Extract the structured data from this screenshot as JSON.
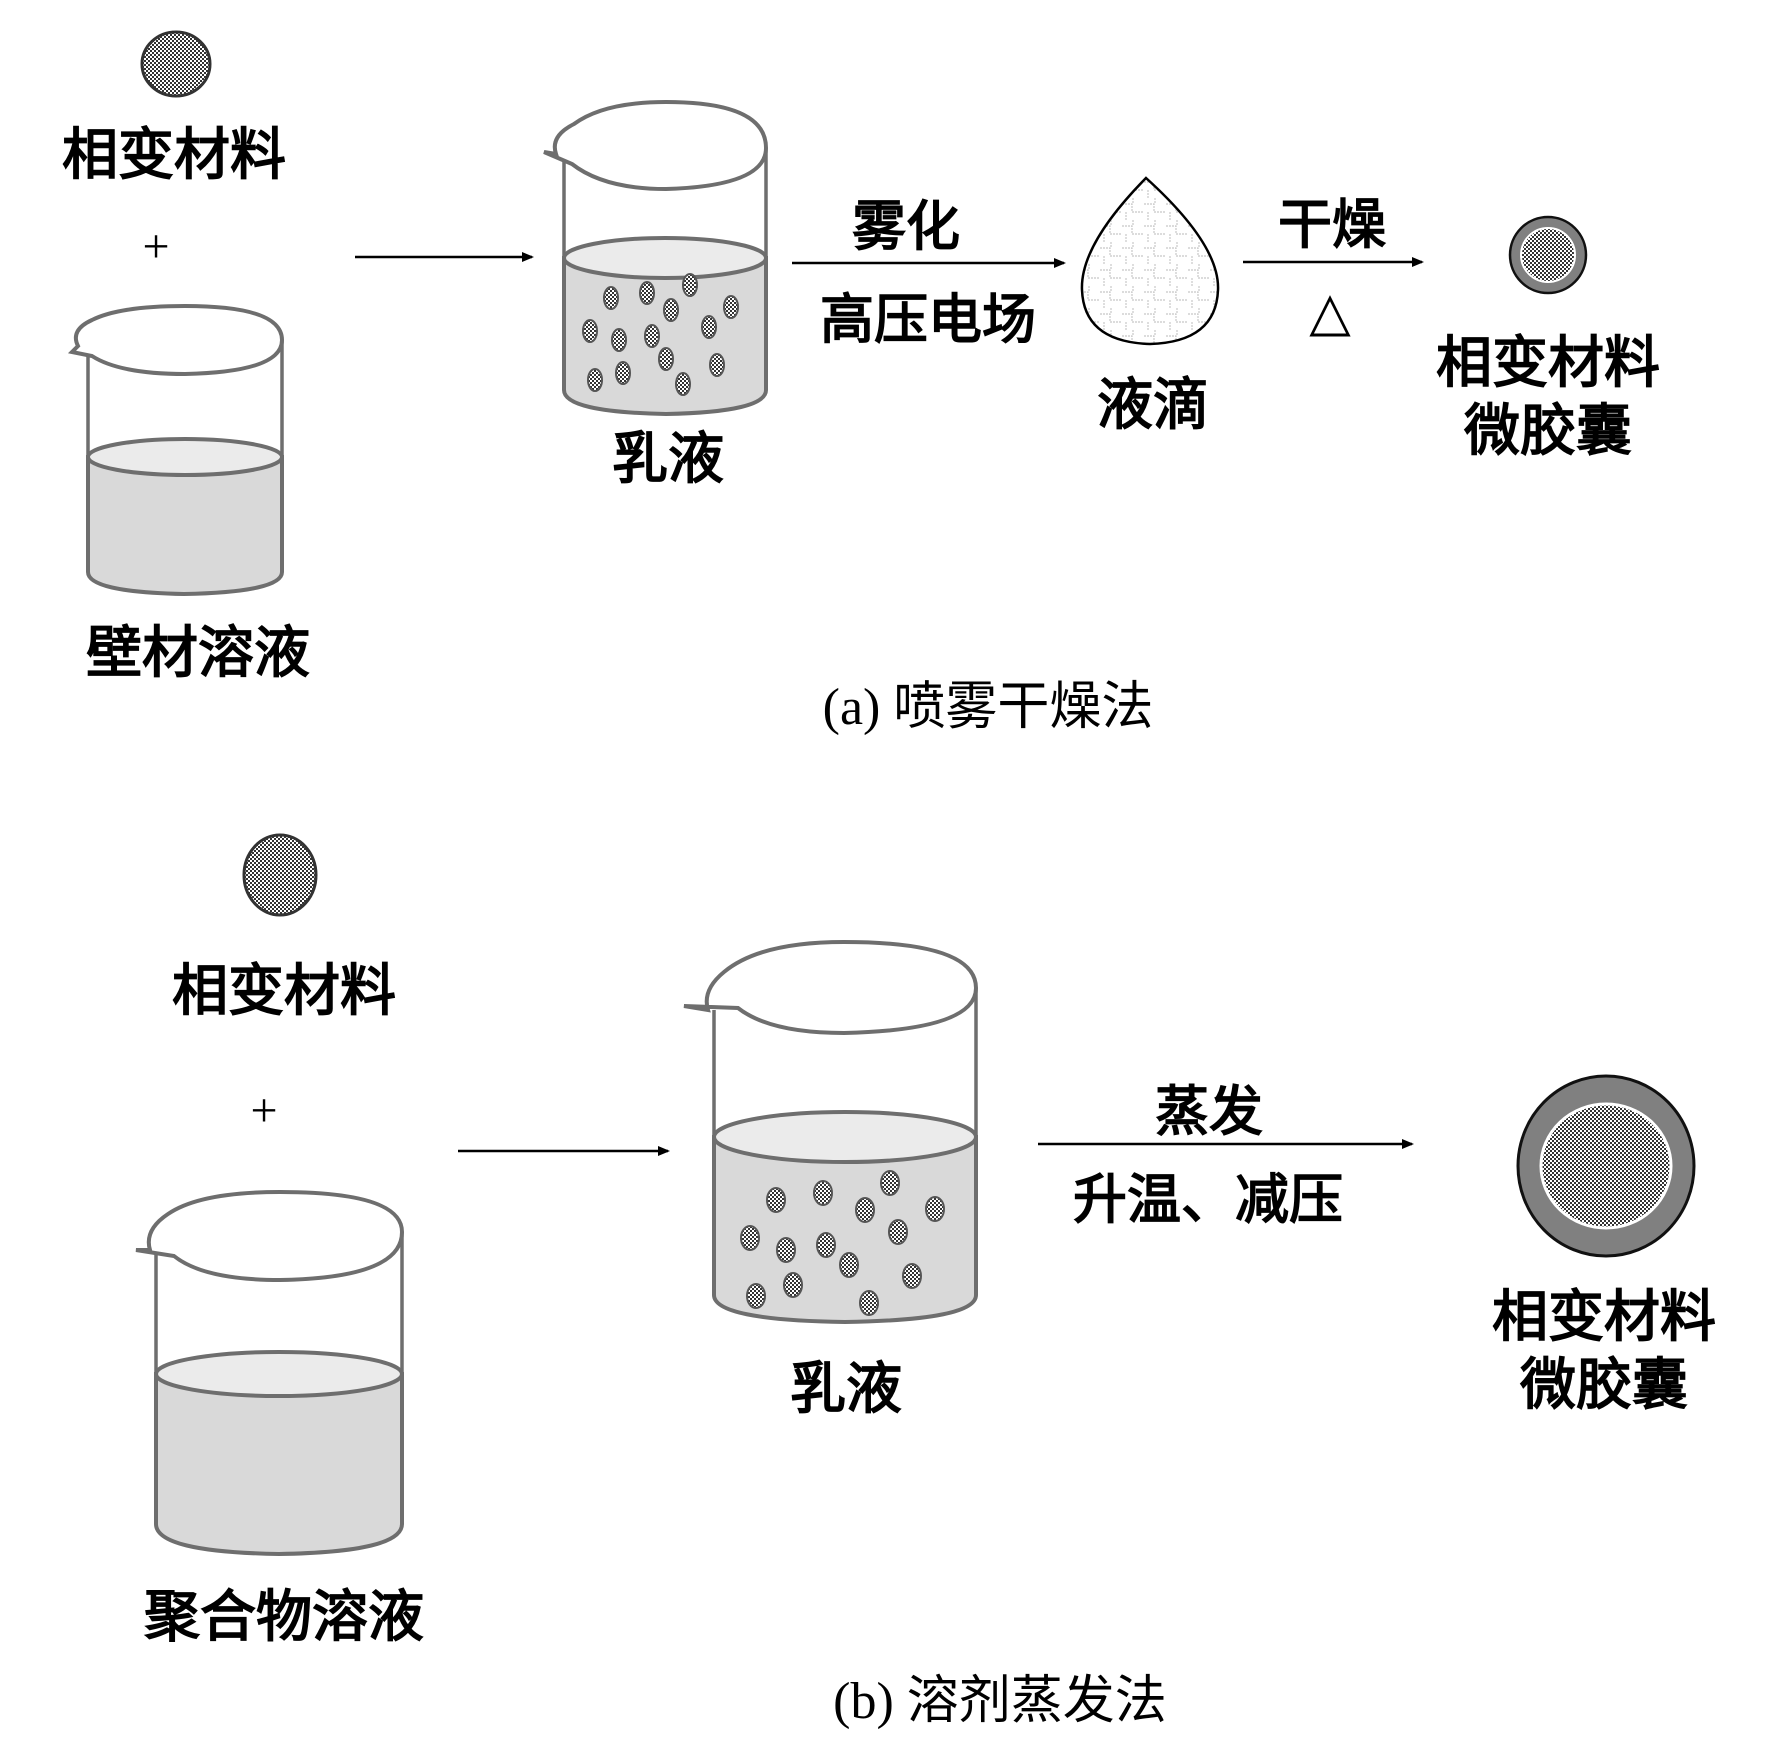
{
  "panel_a": {
    "reactant_1": "相变材料",
    "plus": "+",
    "reactant_2": "壁材溶液",
    "intermediate_1": "乳液",
    "step_1_top": "雾化",
    "step_1_bottom": "高压电场",
    "intermediate_2": "液滴",
    "step_2_top": "干燥",
    "step_2_bottom": "△",
    "product_line_1": "相变材料",
    "product_line_2": "微胶囊",
    "caption": "(a) 喷雾干燥法"
  },
  "panel_b": {
    "reactant_1": "相变材料",
    "plus": "+",
    "reactant_2": "聚合物溶液",
    "intermediate_1": "乳液",
    "step_1_top": "蒸发",
    "step_1_bottom": "升温、减压",
    "product_line_1": "相变材料",
    "product_line_2": "微胶囊",
    "caption": "(b) 溶剂蒸发法"
  },
  "colors": {
    "shell": "#808080",
    "liquid": "#d9d9d9",
    "outline": "#6e6e6e"
  }
}
